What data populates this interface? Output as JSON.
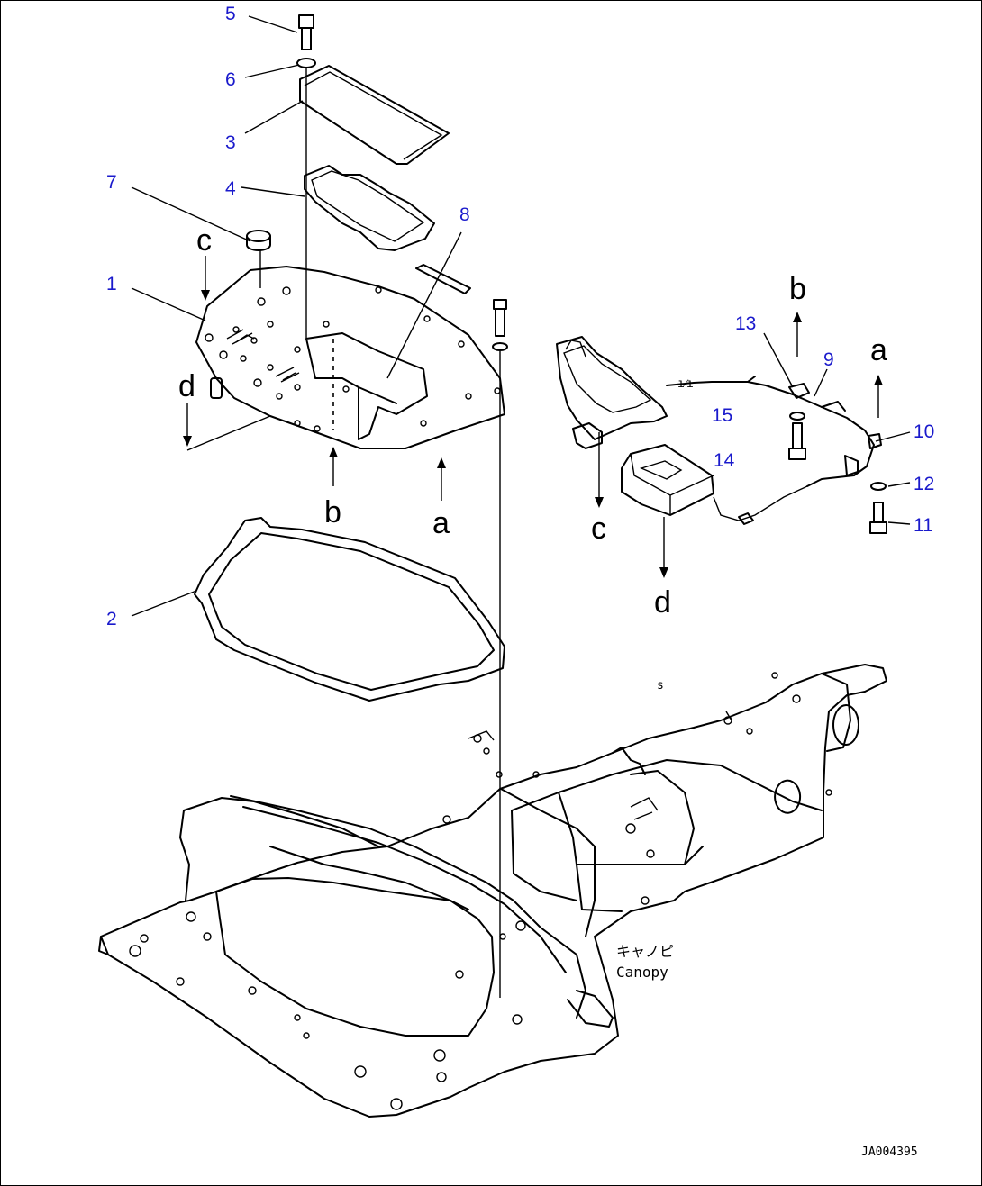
{
  "callouts": [
    {
      "id": "5",
      "label": "5"
    },
    {
      "id": "6",
      "label": "6"
    },
    {
      "id": "3",
      "label": "3"
    },
    {
      "id": "7",
      "label": "7"
    },
    {
      "id": "4",
      "label": "4"
    },
    {
      "id": "8",
      "label": "8"
    },
    {
      "id": "1",
      "label": "1"
    },
    {
      "id": "2",
      "label": "2"
    },
    {
      "id": "13",
      "label": "13"
    },
    {
      "id": "9",
      "label": "9"
    },
    {
      "id": "10",
      "label": "10"
    },
    {
      "id": "15",
      "label": "15"
    },
    {
      "id": "14",
      "label": "14"
    },
    {
      "id": "12",
      "label": "12"
    },
    {
      "id": "11",
      "label": "11"
    }
  ],
  "view_letters": {
    "c": "c",
    "d": "d",
    "b": "b",
    "a": "a"
  },
  "canopy": {
    "japanese": "キャノピ",
    "english": "Canopy"
  },
  "drawing_code": "JA004395",
  "colors": {
    "callout": "#1a1acc",
    "line": "#000000"
  }
}
